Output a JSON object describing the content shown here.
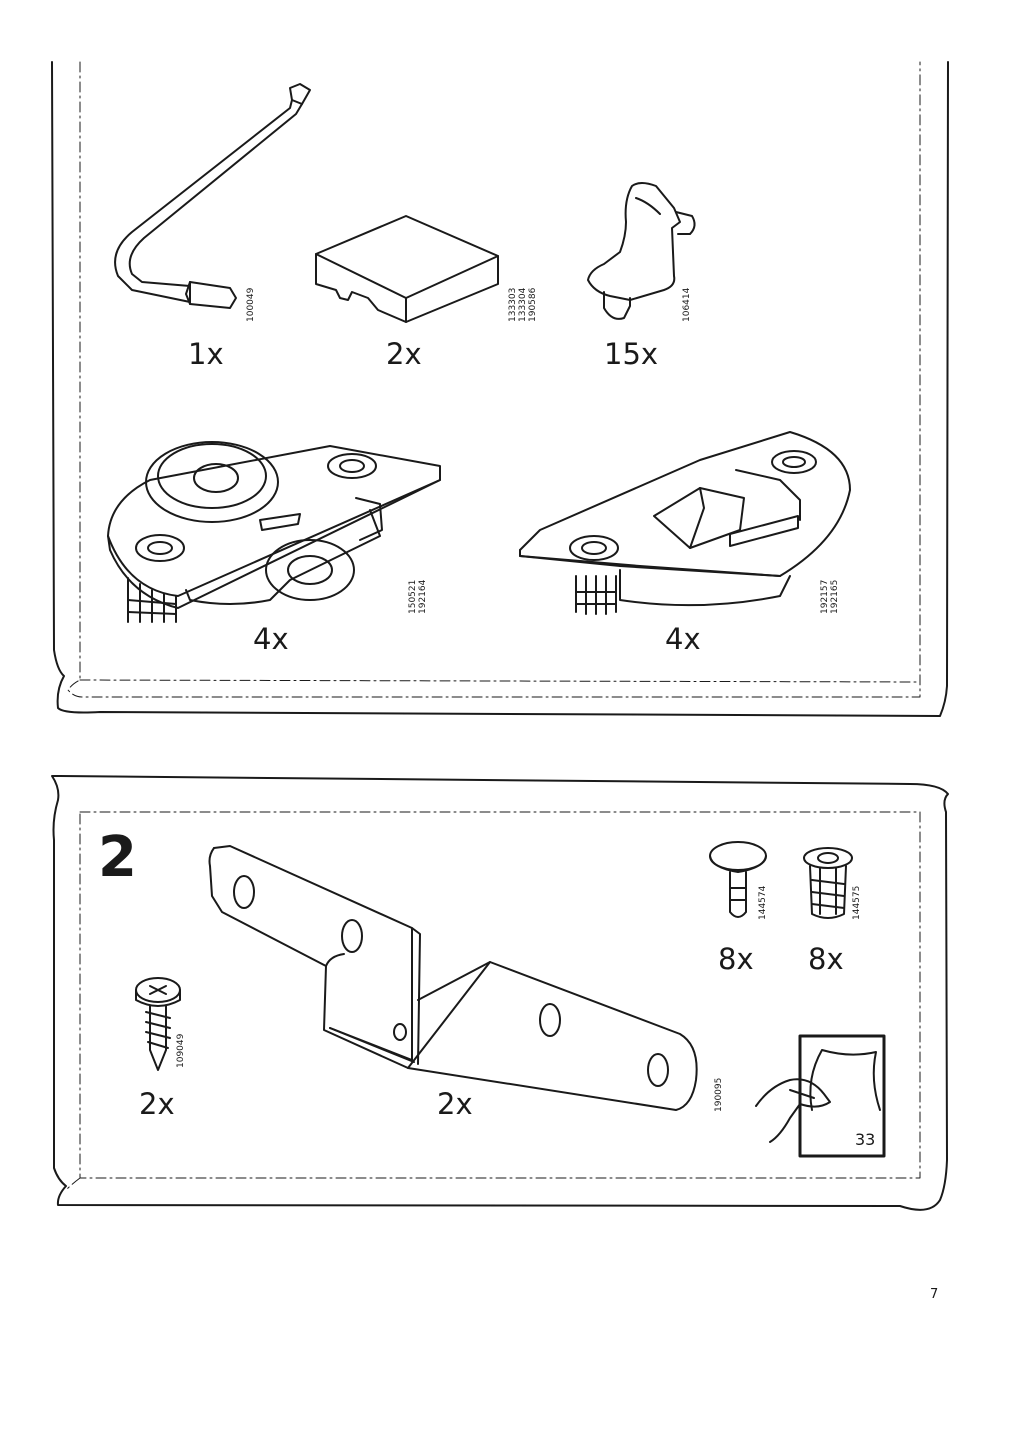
{
  "page_number": "7",
  "panel1": {
    "parts": [
      {
        "icon": "allen-key-icon",
        "quantity": "1x",
        "part_numbers": "100049"
      },
      {
        "icon": "cover-cap-icon",
        "quantity": "2x",
        "part_numbers": "133303\n133304\n190586"
      },
      {
        "icon": "shelf-support-icon",
        "quantity": "15x",
        "part_numbers": "106414"
      },
      {
        "icon": "cam-hinge-plate-icon",
        "quantity": "4x",
        "part_numbers": "150521\n192164"
      },
      {
        "icon": "hinge-mounting-plate-icon",
        "quantity": "4x",
        "part_numbers": "192157\n192165"
      }
    ]
  },
  "panel2": {
    "step_number": "2",
    "parts": [
      {
        "icon": "dowel-pin-icon",
        "quantity": "8x",
        "part_numbers": "144574"
      },
      {
        "icon": "expansion-plug-icon",
        "quantity": "8x",
        "part_numbers": "144575"
      },
      {
        "icon": "screw-icon",
        "quantity": "2x",
        "part_numbers": "109049"
      },
      {
        "icon": "bracket-icon",
        "quantity": "2x",
        "part_numbers": "190095"
      }
    ],
    "page_reference": "33"
  }
}
